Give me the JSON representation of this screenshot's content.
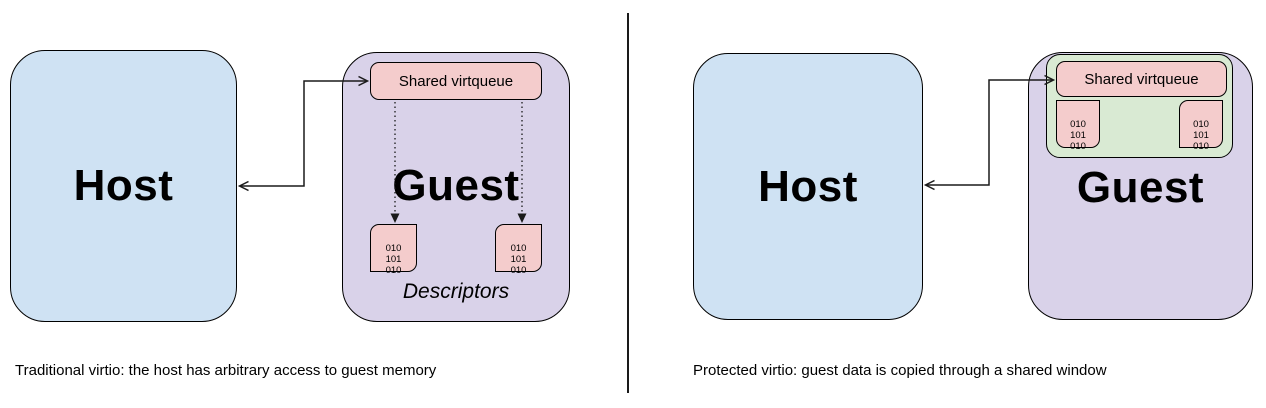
{
  "left": {
    "host_label": "Host",
    "guest_label": "Guest",
    "virtqueue_label": "Shared virtqueue",
    "descriptor_bits": "010\n101\n010",
    "descriptors_label": "Descriptors",
    "caption": "Traditional virtio: the host has arbitrary access to guest memory"
  },
  "right": {
    "host_label": "Host",
    "guest_label": "Guest",
    "virtqueue_label": "Shared virtqueue",
    "window_bits": "010\n101\n010",
    "caption": "Protected virtio: guest data is copied through a shared window"
  },
  "colors": {
    "host_fill": "#cfe2f3",
    "guest_fill": "#d9d2e9",
    "virtqueue_fill": "#f4cccc",
    "descriptor_fill": "#f4cccc",
    "shared_window_fill": "#d9ead3",
    "stroke": "#000000",
    "background": "#ffffff"
  }
}
